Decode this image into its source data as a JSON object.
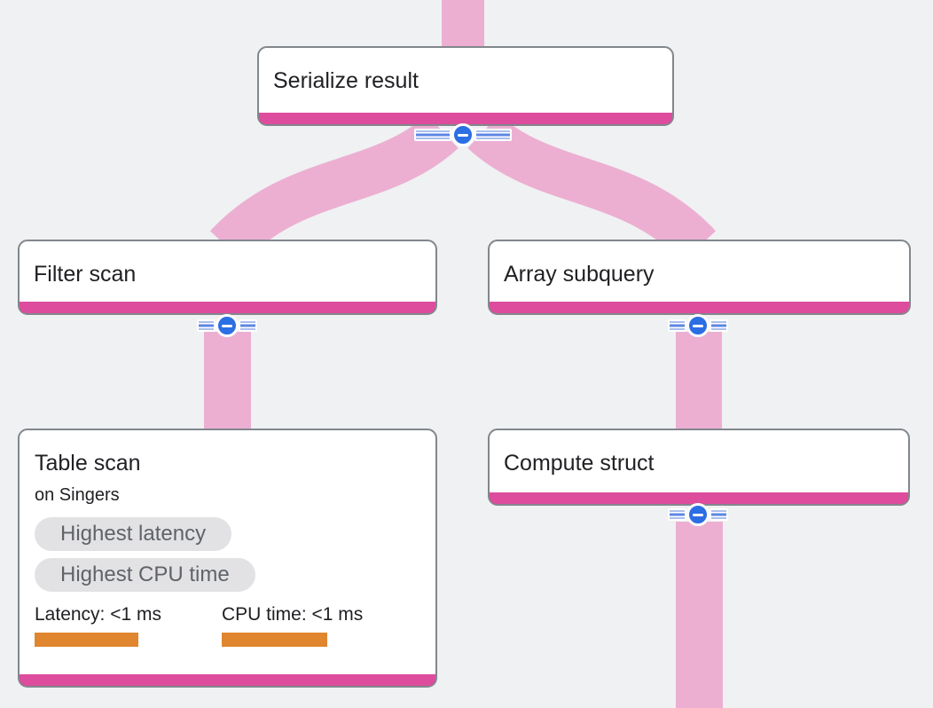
{
  "nodes": {
    "serialize": {
      "title": "Serialize result"
    },
    "filter": {
      "title": "Filter scan"
    },
    "array": {
      "title": "Array subquery"
    },
    "table": {
      "title": "Table scan",
      "subtitle": "on Singers",
      "badges": {
        "latency": "Highest latency",
        "cpu": "Highest CPU time"
      },
      "metrics": {
        "latency": {
          "label": "Latency: <1 ms"
        },
        "cpu": {
          "label": "CPU time: <1 ms"
        }
      }
    },
    "compute": {
      "title": "Compute struct"
    }
  },
  "icons": {
    "collapse": "minus-circle-icon",
    "edge_cut": "stripes-icon"
  },
  "colors": {
    "canvas_bg": "#f0f1f2",
    "edge_pink": "#ecafd2",
    "node_bar": "#dd4c9d",
    "collapse_blue": "#2c6ee3",
    "stripe_light": "#aabfec",
    "stripe_mid": "#5c86e4",
    "metric_bar_orange": "#e0862f",
    "badge_bg": "#e2e2e5",
    "badge_text": "#5f6368",
    "node_border": "#82878d",
    "title_text": "#202124"
  }
}
